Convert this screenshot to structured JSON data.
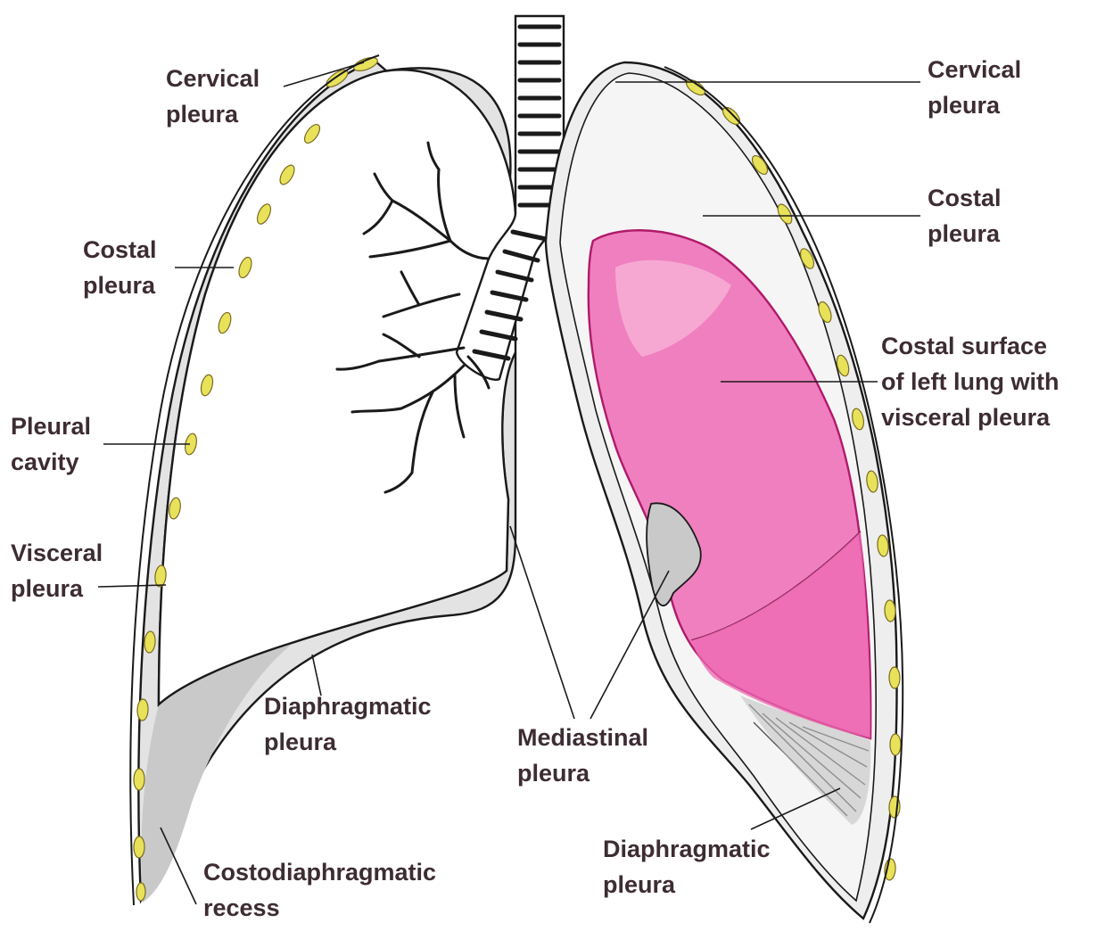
{
  "labels": {
    "cervical_left": [
      "Cervical",
      "pleura"
    ],
    "cervical_right": [
      "Cervical",
      "pleura"
    ],
    "costal_left": [
      "Costal",
      "pleura"
    ],
    "costal_right": [
      "Costal",
      "pleura"
    ],
    "pleural_cavity": [
      "Pleural",
      "cavity"
    ],
    "visceral_left": [
      "Visceral",
      "pleura"
    ],
    "costal_surface": [
      "Costal surface",
      "of left lung with",
      "visceral pleura"
    ],
    "diaphragmatic_left": [
      "Diaphragmatic",
      "pleura"
    ],
    "mediastinal": [
      "Mediastinal",
      "pleura"
    ],
    "diaphragmatic_right": [
      "Diaphragmatic",
      "pleura"
    ],
    "costodiaphragmatic": [
      "Costodiaphragmatic",
      "recess"
    ]
  },
  "colors": {
    "label_text": "#3d2c33",
    "lung_pink": "#f07fbf",
    "lung_pink_light": "#f7b3d8",
    "recess_gray": "#c9c9c9",
    "parietal_gray": "#d9d9d9",
    "rib_yellow": "#e8e25a",
    "outline": "#1a1a1a"
  }
}
